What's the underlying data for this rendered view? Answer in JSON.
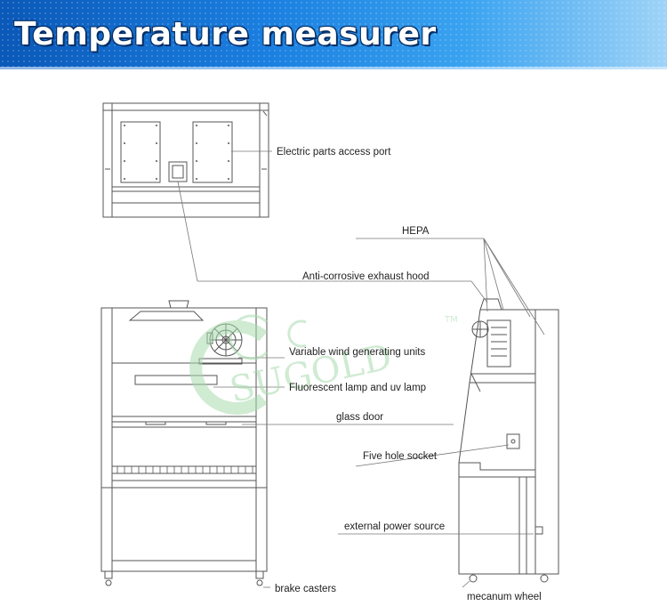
{
  "banner": {
    "title": "Temperature measurer"
  },
  "labels": {
    "electric_parts": "Electric parts access port",
    "hepa": "HEPA",
    "exhaust_hood": "Anti-corrosive exhaust hood",
    "wind_units": "Variable wind generating units",
    "lamps": "Fluorescent lamp and uv lamp",
    "glass_door": "glass door",
    "socket": "Five hole socket",
    "power_source": "external power source",
    "brake_casters": "brake casters",
    "mecanum_wheel": "mecanum wheel"
  },
  "watermark": {
    "logo_text": "SUGOLD",
    "tm": "TM"
  },
  "colors": {
    "line": "#555555",
    "banner_dark": "#0a58b8",
    "banner_light": "#9fd3f7",
    "watermark": "#a8dcae"
  }
}
